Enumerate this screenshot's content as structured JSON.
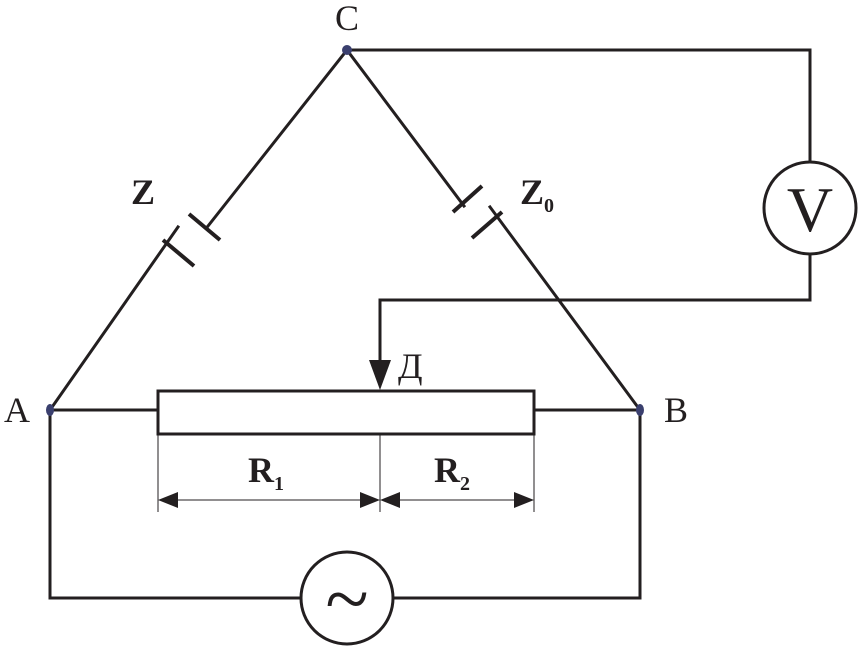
{
  "nodes": {
    "a": "A",
    "b": "B",
    "c": "C"
  },
  "components": {
    "capacitor_z": {
      "letter": "Z",
      "subscript": ""
    },
    "capacitor_z0": {
      "letter": "Z",
      "subscript": "0"
    },
    "voltmeter": "V",
    "source": "~",
    "slider": "Д",
    "r1": {
      "letter": "R",
      "subscript": "1"
    },
    "r2": {
      "letter": "R",
      "subscript": "2"
    }
  },
  "colors": {
    "line": "#231f20",
    "node_dot": "#3a3f6e",
    "background": "#ffffff"
  }
}
